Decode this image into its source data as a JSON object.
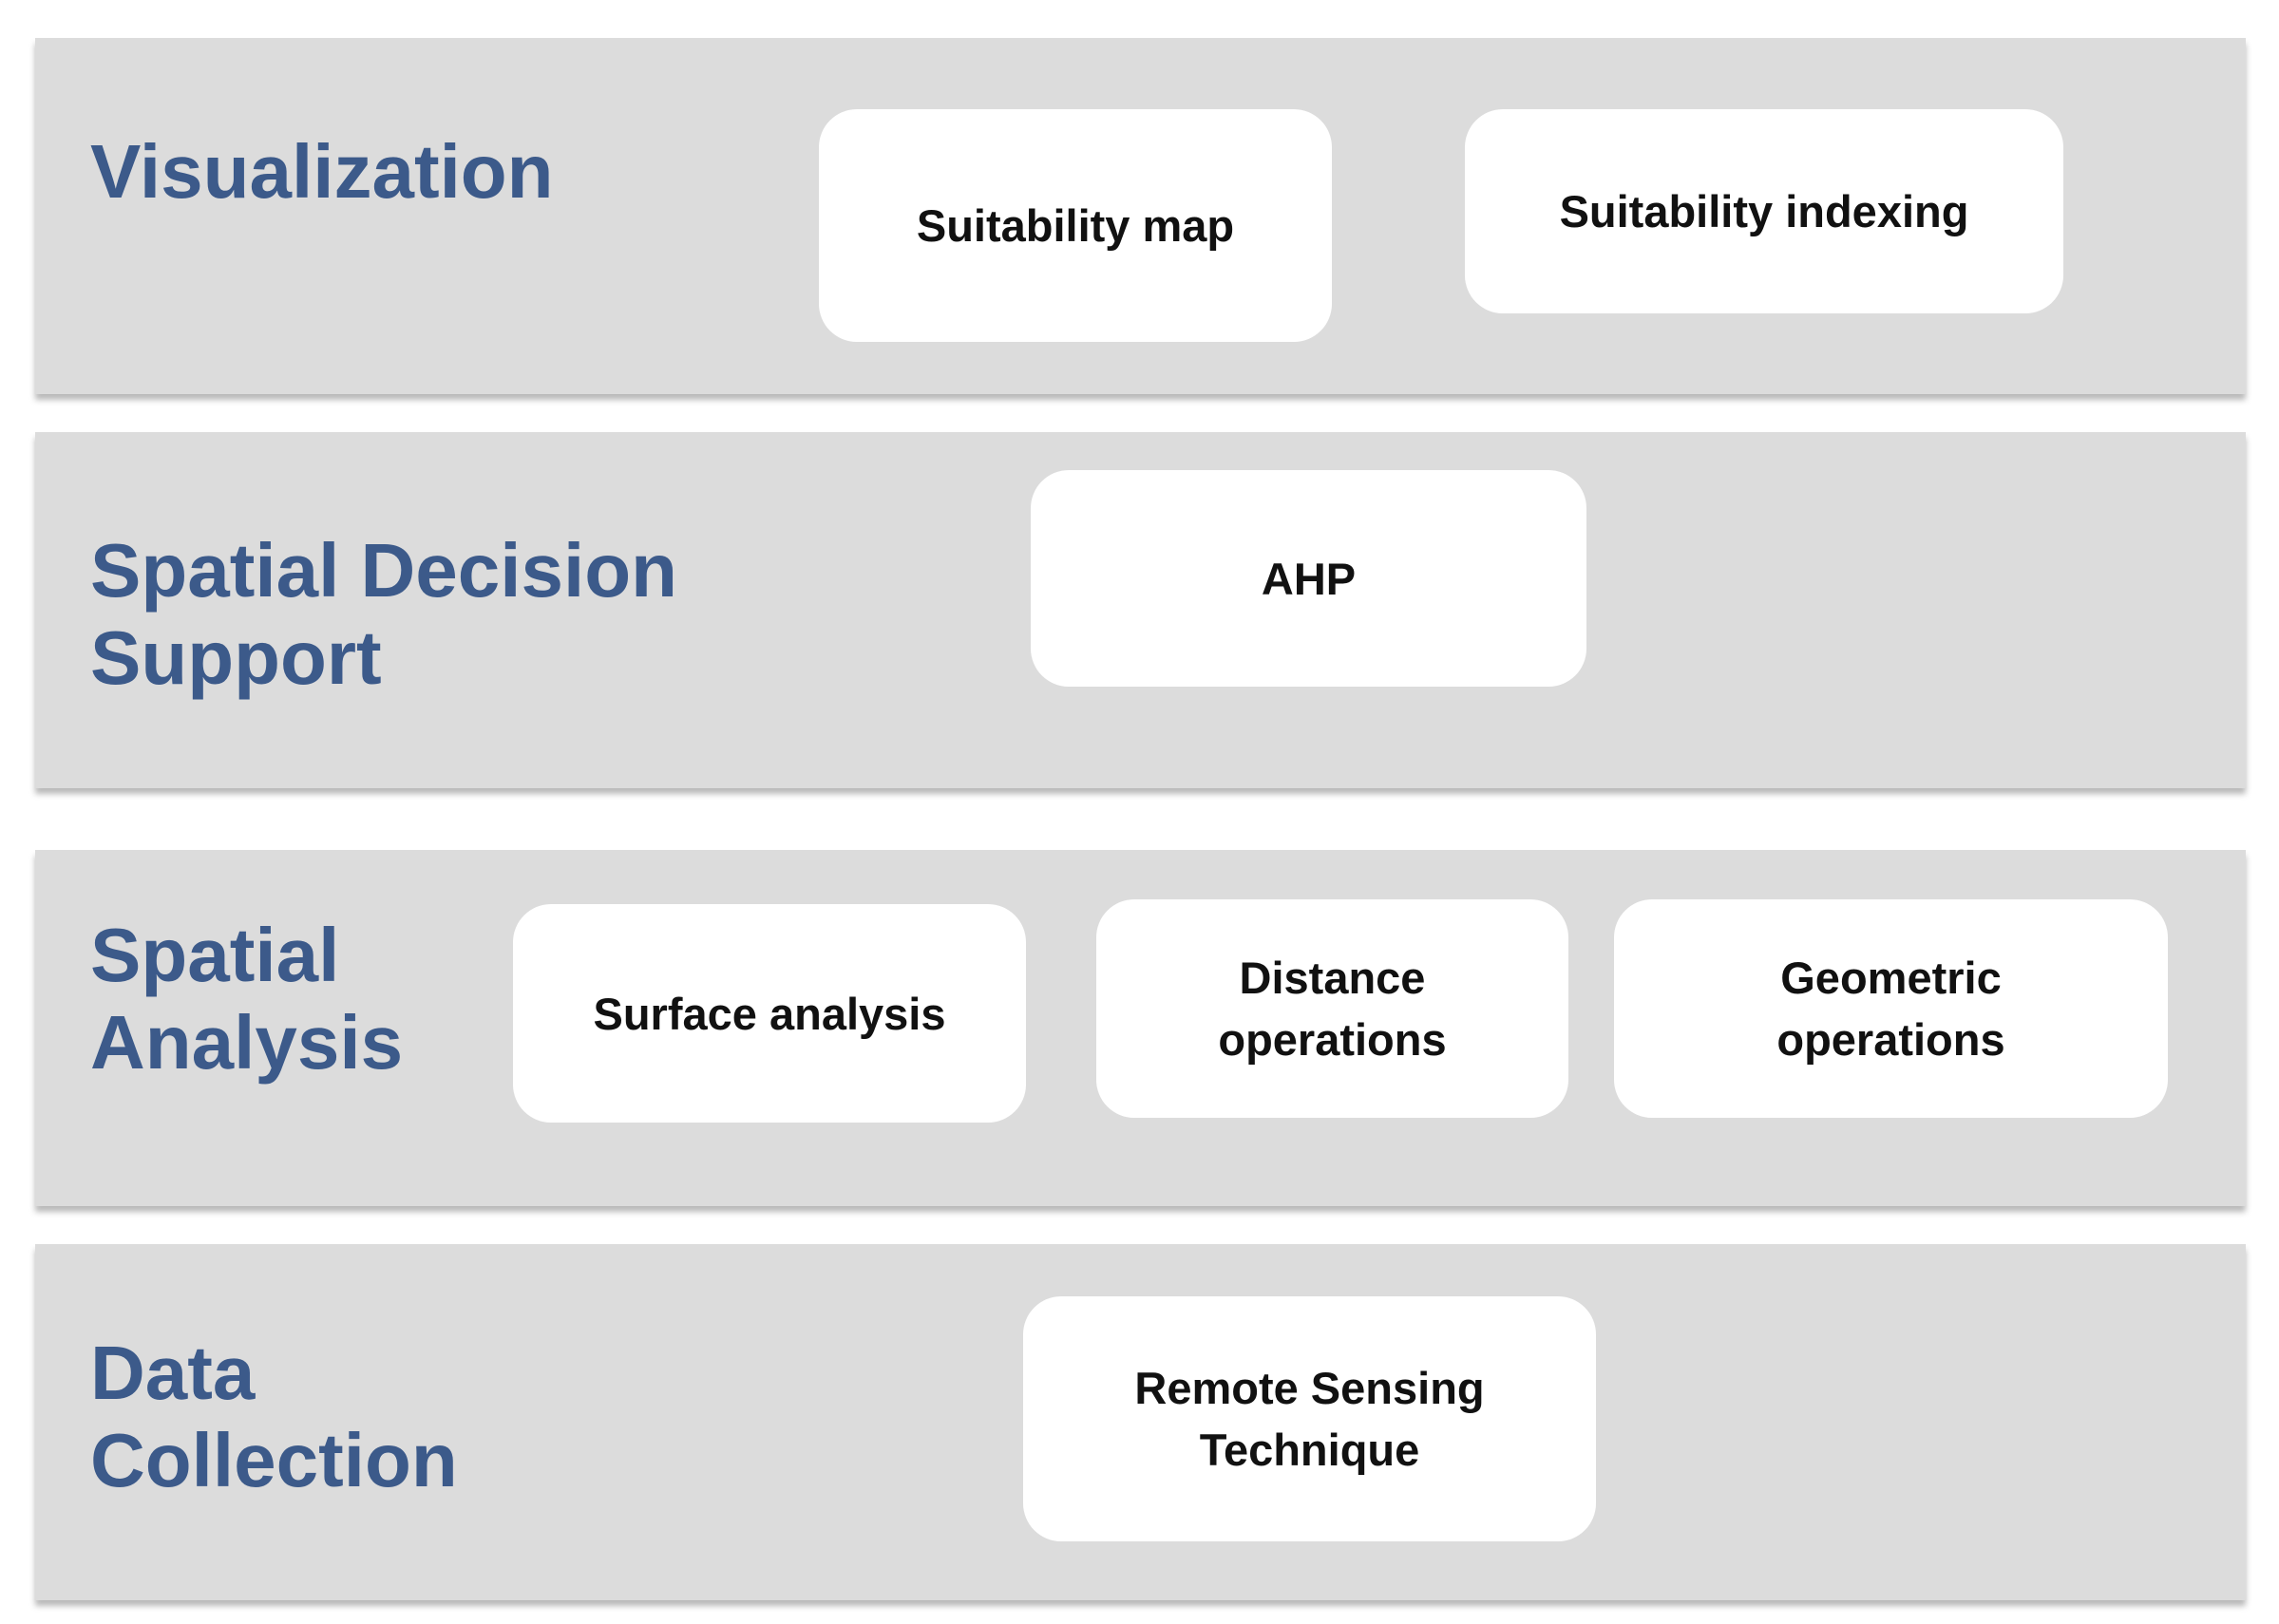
{
  "layers": {
    "visualization": {
      "title": [
        "Visualization"
      ],
      "boxes": [
        {
          "label": [
            "Suitability map"
          ]
        },
        {
          "label": [
            "Suitability indexing"
          ]
        }
      ]
    },
    "spatial_decision_support": {
      "title": [
        "Spatial Decision",
        "Support"
      ],
      "boxes": [
        {
          "label": [
            "AHP"
          ]
        }
      ]
    },
    "spatial_analysis": {
      "title": [
        "Spatial",
        "Analysis"
      ],
      "boxes": [
        {
          "label": [
            "Surface analysis"
          ]
        },
        {
          "label": [
            "Distance",
            "operations"
          ]
        },
        {
          "label": [
            "Geometric",
            "operations"
          ]
        }
      ]
    },
    "data_collection": {
      "title": [
        "Data",
        "Collection"
      ],
      "boxes": [
        {
          "label": [
            "Remote Sensing",
            "Technique"
          ]
        }
      ]
    }
  },
  "colors": {
    "layer_background": "#dcdcdc",
    "title_text": "#3c5a8a",
    "box_background": "#ffffff",
    "box_text": "#111111"
  }
}
